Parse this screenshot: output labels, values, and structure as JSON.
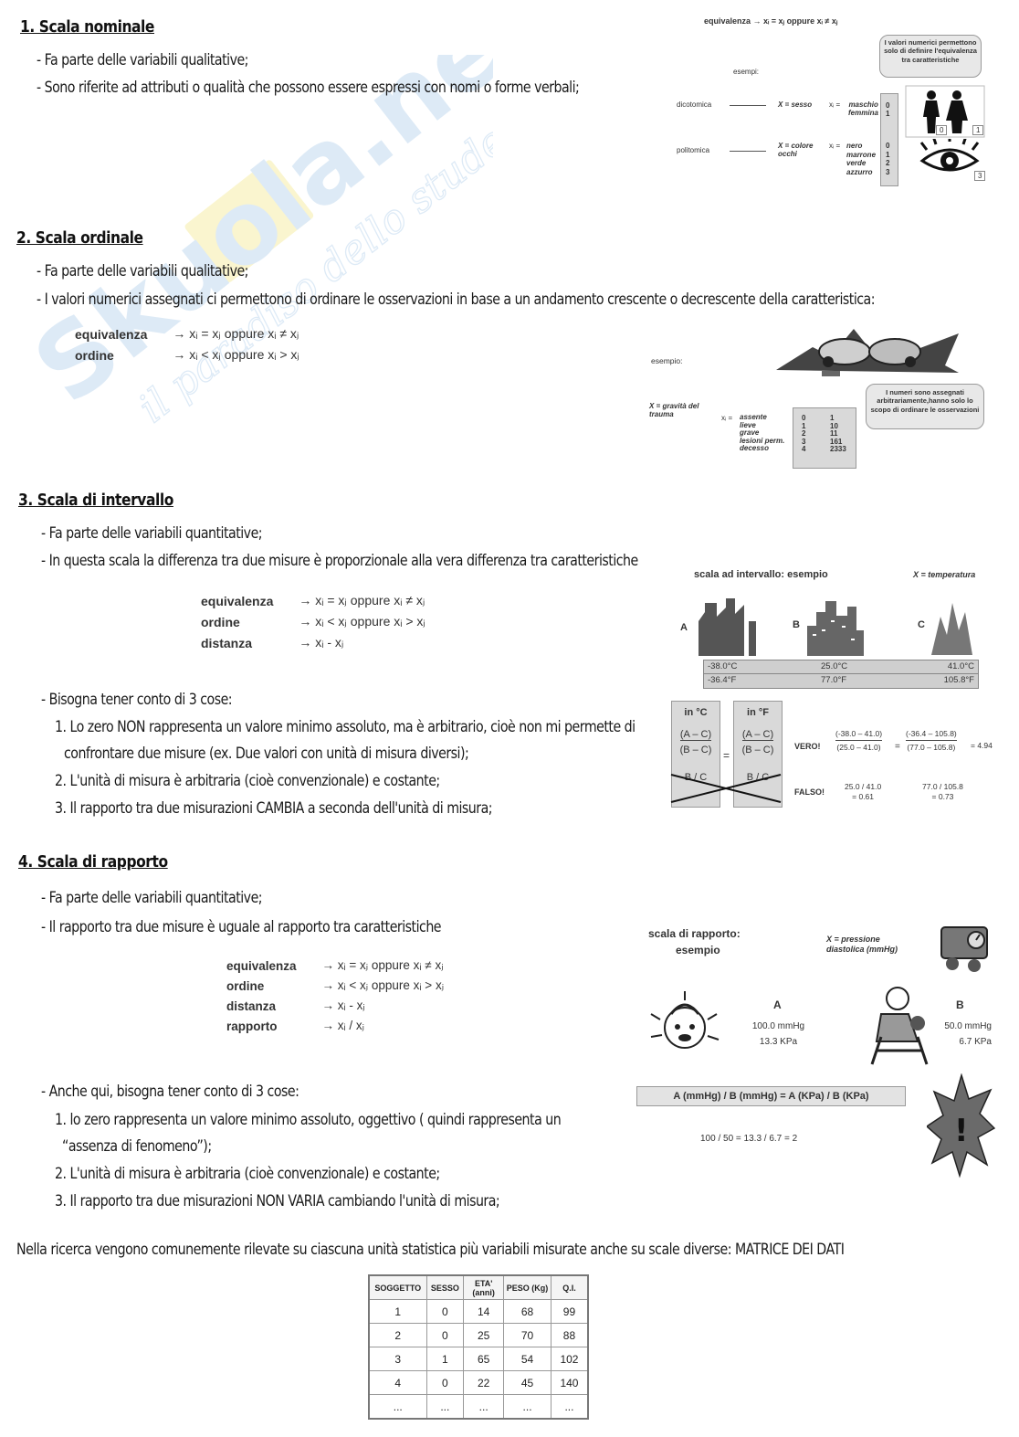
{
  "sections": {
    "s1": {
      "title": "1. Scala nominale",
      "bullets": [
        "- Fa parte delle variabili qualitative;",
        "- Sono riferite ad attributi o qualità che possono essere espressi con nomi o forme verbali;"
      ],
      "figure": {
        "top": "equivalenza  →  xᵢ = xⱼ  oppure  xᵢ ≠ xⱼ",
        "esempi": "esempi:",
        "dicotomica": "dicotomica",
        "dic_x": "X = sesso",
        "dic_values": [
          "maschio",
          "femmina"
        ],
        "dic_codes": [
          "0",
          "1"
        ],
        "politomica": "politomica",
        "pol_x": "X = colore occhi",
        "pol_values": [
          "nero",
          "marrone",
          "verde",
          "azzurro"
        ],
        "pol_codes": [
          "0",
          "1",
          "2",
          "3"
        ],
        "xi": "xᵢ =",
        "bubble": "I valori numerici permettono solo di definire l'equivalenza tra caratteristiche",
        "card_codes": [
          "0",
          "1",
          "3"
        ]
      }
    },
    "s2": {
      "title": "2. Scala ordinale",
      "bullets": [
        "- Fa parte delle variabili qualitative;",
        "- I valori numerici assegnati ci permettono di ordinare le osservazioni in base a un andamento crescente o decrescente della caratteristica:"
      ],
      "formulas": [
        {
          "k": "equivalenza",
          "v": "→   xᵢ = xⱼ  oppure  xᵢ ≠ xⱼ"
        },
        {
          "k": "ordine",
          "v": "→   xᵢ < xⱼ  oppure  xᵢ > xⱼ"
        }
      ],
      "figure": {
        "esempio": "esempio:",
        "x": "X = gravità del trauma",
        "xi": "xᵢ =",
        "levels": [
          "assente",
          "lieve",
          "grave",
          "lesioni perm.",
          "decesso"
        ],
        "codes_a": [
          "0",
          "1",
          "2",
          "3",
          "4"
        ],
        "codes_b": [
          "1",
          "10",
          "11",
          "161",
          "2333"
        ],
        "bubble": "I numeri sono assegnati arbitrariamente,hanno solo lo scopo di ordinare le osservazioni"
      }
    },
    "s3": {
      "title": "3. Scala di intervallo",
      "bullets": [
        "- Fa parte delle variabili quantitative;",
        "- In questa scala la differenza tra due misure è proporzionale alla vera differenza tra caratteristiche"
      ],
      "formulas": [
        {
          "k": "equivalenza",
          "v": "→   xᵢ = xⱼ  oppure  xᵢ ≠ xⱼ"
        },
        {
          "k": "ordine",
          "v": "→   xᵢ < xⱼ  oppure  xᵢ > xⱼ"
        },
        {
          "k": "distanza",
          "v": "→   xᵢ - xⱼ"
        }
      ],
      "intro": "- Bisogna tener conto di 3 cose:",
      "points": [
        "1. Lo zero NON rappresenta un valore minimo assoluto, ma è arbitrario, cioè non mi permette di",
        "confrontare due misure (ex. Due valori con unità di misura diversi);",
        "2. L'unità di misura è arbitraria (cioè convenzionale) e costante;",
        "3. Il rapporto tra due misurazioni CAMBIA a seconda dell'unità di misura;"
      ],
      "figure": {
        "title": "scala ad intervallo: esempio",
        "x": "X = temperatura",
        "labels": [
          "A",
          "B",
          "C"
        ],
        "celsius": [
          "-38.0°C",
          "25.0°C",
          "41.0°C"
        ],
        "fahrenheit": [
          "-36.4°F",
          "77.0°F",
          "105.8°F"
        ],
        "in_c": "in °C",
        "in_f": "in °F",
        "ac": "(A – C)",
        "bc": "(B – C)",
        "b_c": "B / C",
        "vero": "VERO!",
        "falso": "FALSO!",
        "vero_c_num": "(-38.0 – 41.0)",
        "vero_c_den": "(25.0 – 41.0)",
        "vero_f_num": "(-36.4 – 105.8)",
        "vero_f_den": "(77.0 – 105.8)",
        "vero_result": "= 4.94",
        "falso_c": [
          "25.0 / 41.0",
          "= 0.61"
        ],
        "falso_f": [
          "77.0 / 105.8",
          "= 0.73"
        ]
      }
    },
    "s4": {
      "title": "4. Scala di rapporto",
      "bullets": [
        "- Fa parte delle variabili quantitative;",
        "- Il rapporto tra due misure è uguale al rapporto tra caratteristiche"
      ],
      "formulas": [
        {
          "k": "equivalenza",
          "v": "→   xᵢ = xⱼ  oppure  xᵢ ≠ xⱼ"
        },
        {
          "k": "ordine",
          "v": "→   xᵢ < xⱼ  oppure  xᵢ > xⱼ"
        },
        {
          "k": "distanza",
          "v": "→   xᵢ - xⱼ"
        },
        {
          "k": "rapporto",
          "v": "→   xᵢ / xⱼ"
        }
      ],
      "intro": "- Anche qui, bisogna tener conto di 3 cose:",
      "points": [
        "1. lo zero rappresenta un valore minimo assoluto, oggettivo ( quindi rappresenta un",
        "“assenza di fenomeno”);",
        "2. L'unità di misura è arbitraria (cioè convenzionale) e costante;",
        "3. Il rapporto tra due misurazioni NON VARIA cambiando l'unità di misura;"
      ],
      "figure": {
        "title1": "scala di rapporto:",
        "title2": "esempio",
        "x1": "X = pressione",
        "x2": "diastolica (mmHg)",
        "a_label": "A",
        "a_vals": [
          "100.0 mmHg",
          "13.3 KPa"
        ],
        "b_label": "B",
        "b_vals": [
          "50.0 mmHg",
          "6.7 KPa"
        ],
        "formula": "A (mmHg) / B (mmHg) = A (KPa) / B (KPa)",
        "calc": "100 / 50 = 13.3 / 6.7 = 2",
        "bang": "!"
      }
    }
  },
  "matrix_sentence": "Nella ricerca vengono comunemente rilevate su ciascuna unità statistica più variabili misurate anche su scale diverse: MATRICE DEI DATI",
  "table": {
    "headers": [
      "SOGGETTO",
      "SESSO",
      "ETA' (anni)",
      "PESO (Kg)",
      "Q.I."
    ],
    "rows": [
      [
        "1",
        "0",
        "14",
        "68",
        "99"
      ],
      [
        "2",
        "0",
        "25",
        "70",
        "88"
      ],
      [
        "3",
        "1",
        "65",
        "54",
        "102"
      ],
      [
        "4",
        "0",
        "22",
        "45",
        "140"
      ],
      [
        "...",
        "...",
        "...",
        "...",
        "..."
      ]
    ]
  },
  "watermark": {
    "brand": "Skuola.net",
    "tagline": "il paradiso dello studente"
  },
  "colors": {
    "watermark_blue": "#bcd6ee",
    "watermark_yellow": "#f6eca0",
    "figure_gray": "#d9d9d9"
  }
}
